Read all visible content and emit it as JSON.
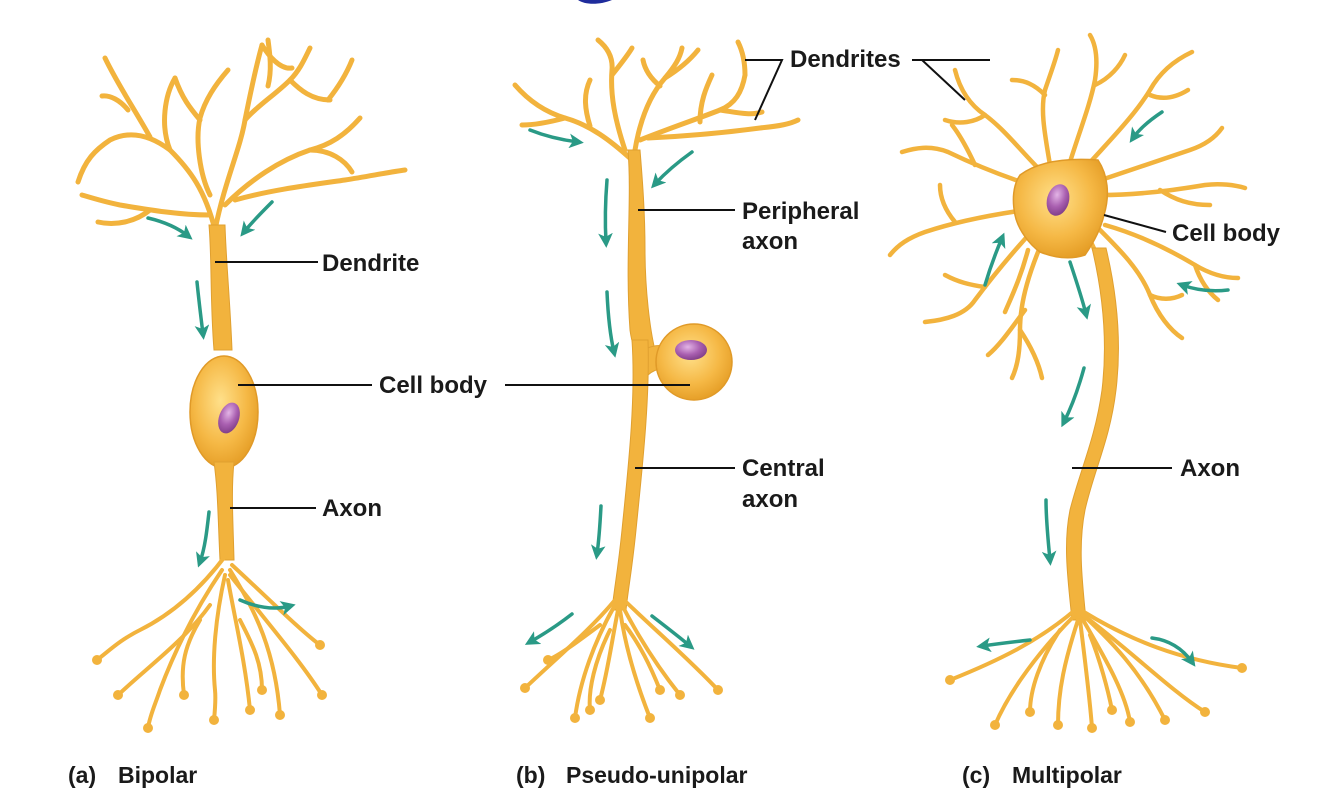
{
  "colors": {
    "neuron": "#F2B33D",
    "neuron_light": "#FFD36E",
    "neuron_edge": "#D88E1E",
    "nucleus": "#9B4FA0",
    "nucleus_light": "#D39AD6",
    "arrow": "#2A9A86",
    "leader": "#111111",
    "text": "#1a1a1a",
    "title_fragment": "#1F2C9C"
  },
  "labels": {
    "bipolar_dendrite": "Dendrite",
    "bipolar_cell_body": "Cell body",
    "bipolar_axon": "Axon",
    "pseudo_dendrites": "Dendrites",
    "pseudo_peripheral_1": "Peripheral",
    "pseudo_peripheral_2": "axon",
    "pseudo_central_1": "Central",
    "pseudo_central_2": "axon",
    "multi_cell_body": "Cell body",
    "multi_axon": "Axon"
  },
  "captions": {
    "a_letter": "(a)",
    "a_name": "Bipolar",
    "b_letter": "(b)",
    "b_name": "Pseudo-unipolar",
    "c_letter": "(c)",
    "c_name": "Multipolar"
  }
}
